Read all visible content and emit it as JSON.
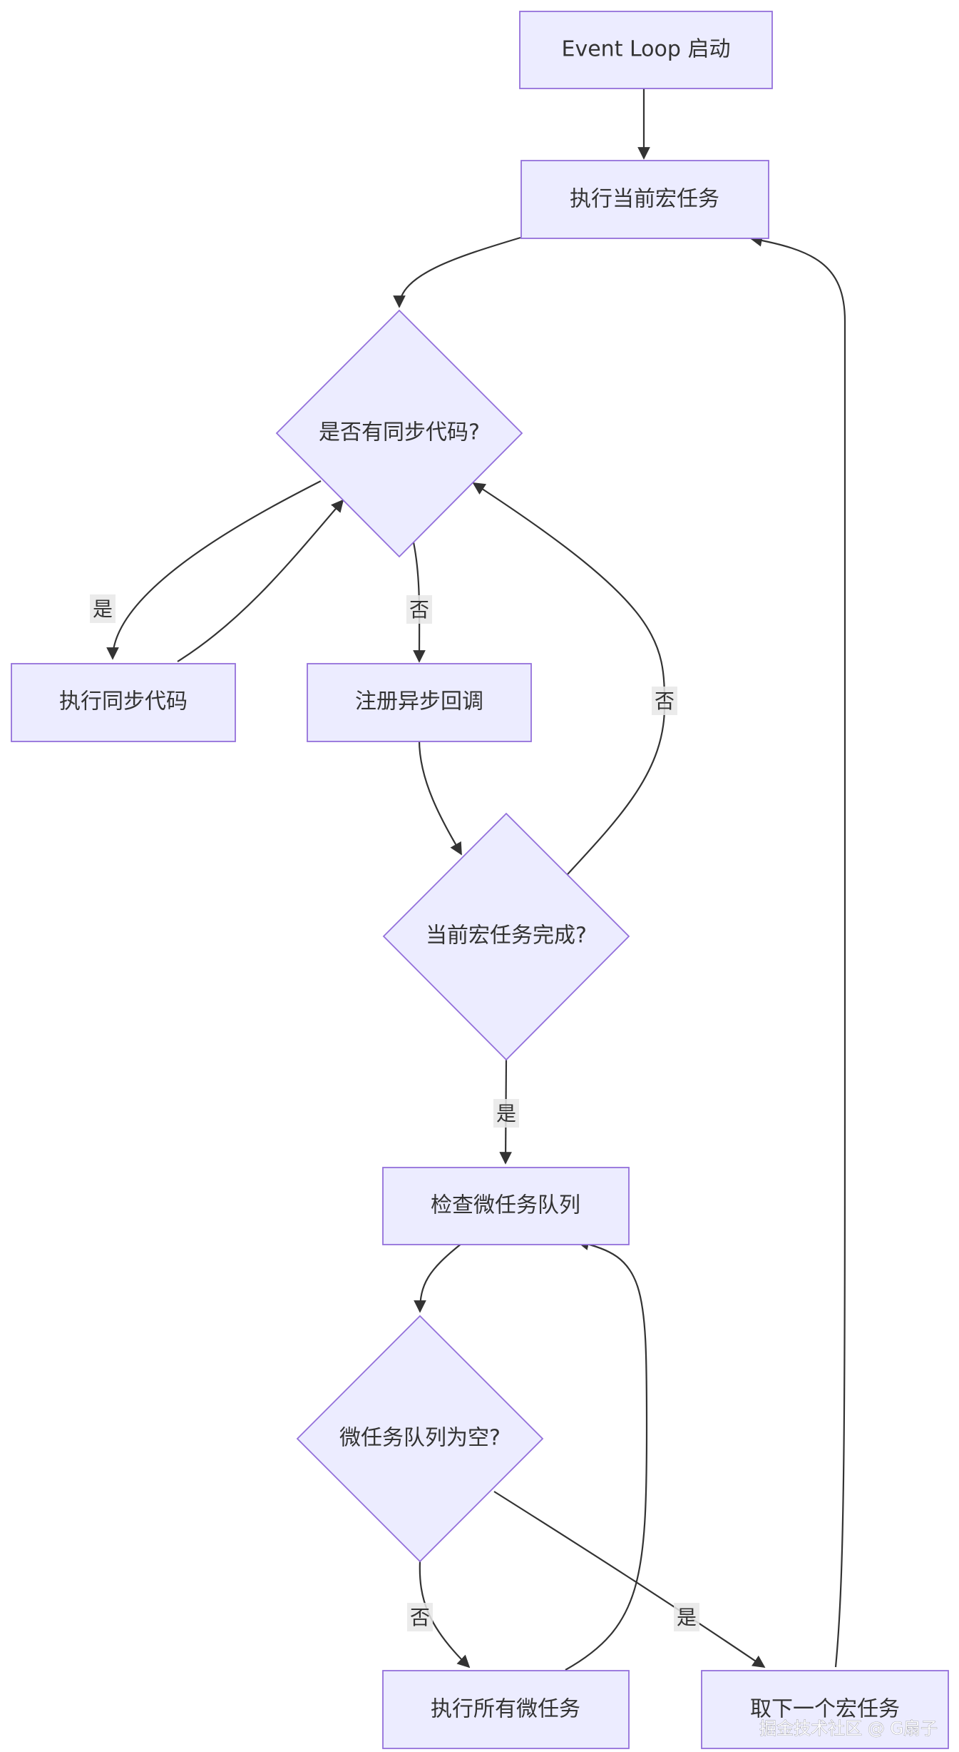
{
  "nodes": {
    "start": "Event Loop 启动",
    "exec_macro": "执行当前宏任务",
    "has_sync": "是否有同步代码?",
    "exec_sync": "执行同步代码",
    "register_async": "注册异步回调",
    "macro_done": "当前宏任务完成?",
    "check_micro": "检查微任务队列",
    "micro_empty": "微任务队列为空?",
    "exec_all_micro": "执行所有微任务",
    "next_macro": "取下一个宏任务"
  },
  "edge_labels": {
    "sync_yes": "是",
    "sync_no": "否",
    "macro_not_done": "否",
    "macro_done_yes": "是",
    "micro_not_empty": "否",
    "micro_empty_yes": "是"
  },
  "watermark": "掘金技术社区 @ G扇子",
  "colors": {
    "node_fill": "#ECECFF",
    "node_stroke": "#9370DB",
    "edge": "#333333",
    "text": "#333333"
  }
}
